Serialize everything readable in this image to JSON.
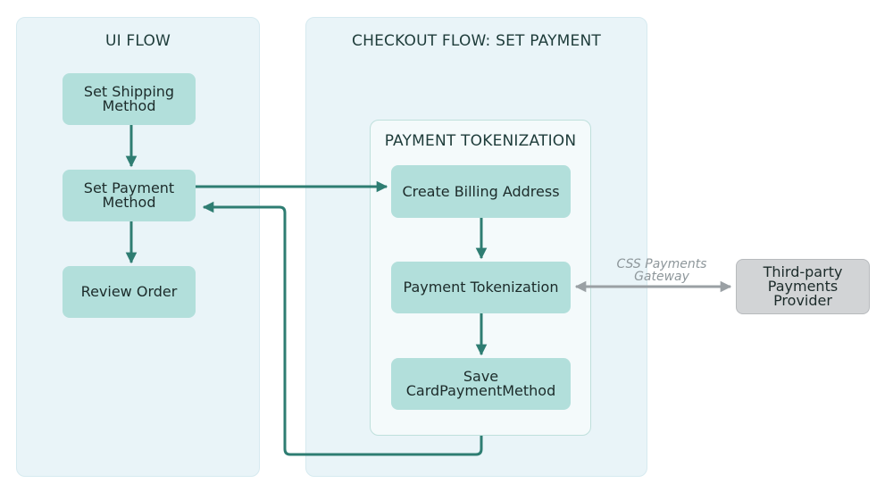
{
  "panels": {
    "ui_flow": {
      "title": "UI FLOW"
    },
    "checkout_flow": {
      "title": "CHECKOUT FLOW: SET PAYMENT"
    },
    "payment_tokenization": {
      "title": "PAYMENT TOKENIZATION"
    }
  },
  "nodes": {
    "set_shipping_method": "Set Shipping Method",
    "set_payment_method": "Set Payment Method",
    "review_order": "Review Order",
    "create_billing_address": "Create Billing Address",
    "payment_tokenization": "Payment Tokenization",
    "save_card_payment_method": "Save CardPaymentMethod",
    "third_party_provider": "Third-party Payments Provider"
  },
  "edges": {
    "gateway_label": "CSS Payments Gateway"
  },
  "colors": {
    "panel_bg": "#e9f4f8",
    "node_fill": "#b2dfdb",
    "arrow": "#2e7d72",
    "gateway_arrow": "#9aa0a4",
    "external_node": "#d2d4d6"
  }
}
